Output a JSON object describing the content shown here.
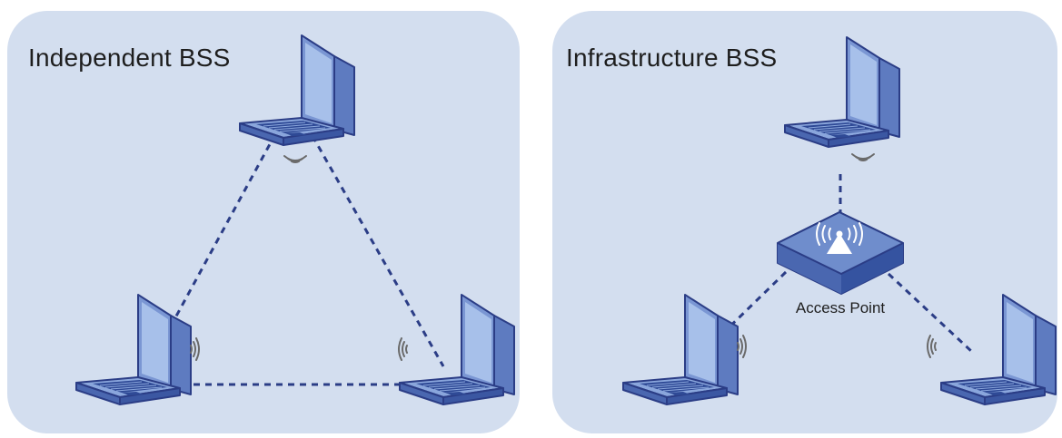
{
  "diagrams": {
    "independent": {
      "title": "Independent BSS"
    },
    "infrastructure": {
      "title": "Infrastructure BSS",
      "access_point_label": "Access Point"
    }
  },
  "colors": {
    "panel_bg": "#d3deef",
    "laptop_body": "#6f8dcc",
    "laptop_screen": "#a7c0ea",
    "laptop_outline": "#2b3d86",
    "link_line": "#2b3d86",
    "wifi_wave": "#6a6a6a",
    "access_point": "#5a7dc8"
  },
  "icons": [
    "laptop-icon",
    "wifi-signal-icon",
    "access-point-icon"
  ]
}
